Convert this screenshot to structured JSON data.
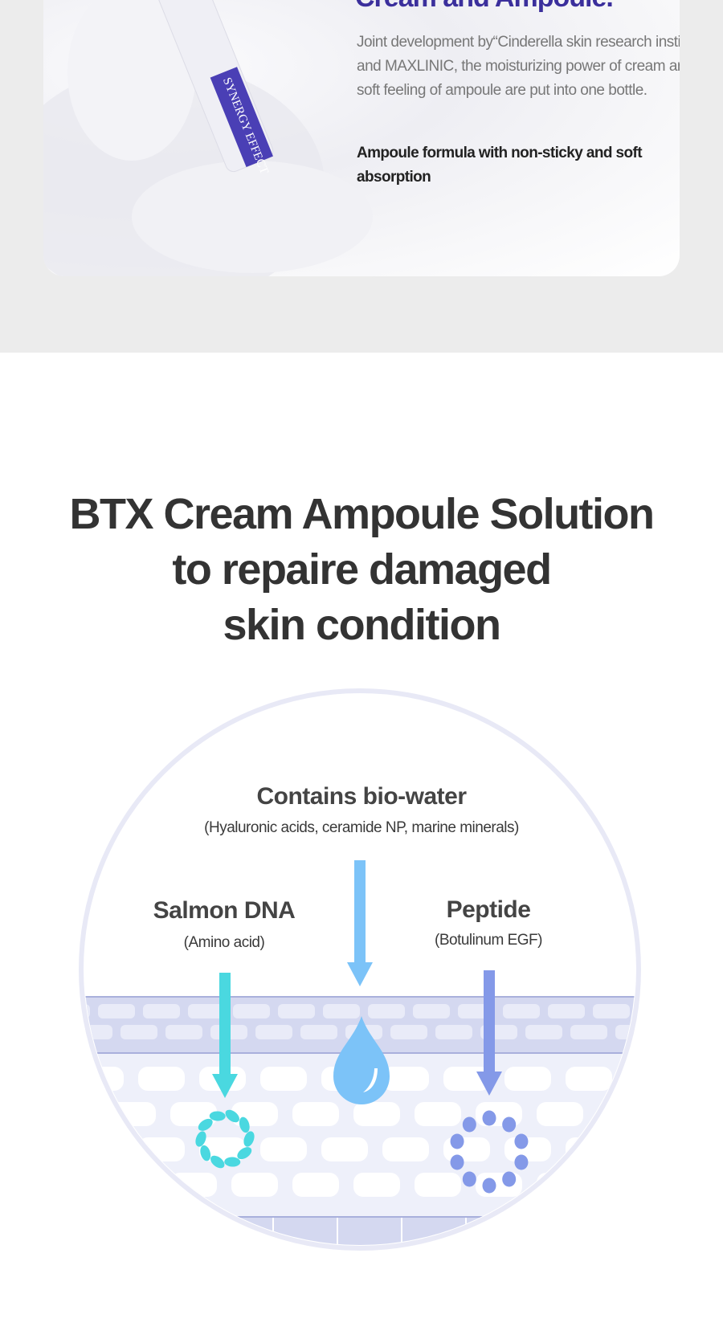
{
  "promo": {
    "title": "Cream and Ampoule.",
    "description": "Joint development by“Cinderella skin research institute” and MAXLINIC, the moisturizing power of cream and soft feeling of ampoule are put into one bottle.",
    "highlight": "Ampoule formula with non-sticky and soft absorption",
    "product_label": "SYNERGY EFFECT",
    "title_color": "#3b2f9c"
  },
  "solution": {
    "heading_lines": [
      "BTX Cream Ampoule Solution",
      "to repaire damaged",
      "skin condition"
    ],
    "ingredients": [
      {
        "name": "Contains bio-water",
        "detail": "(Hyaluronic acids, ceramide NP, marine minerals)",
        "color": "#7cc3f8",
        "icon": "water-drop-icon"
      },
      {
        "name": "Salmon DNA",
        "detail": "(Amino acid)",
        "color": "#4ad8e0",
        "icon": "teardrop-ring-icon"
      },
      {
        "name": "Peptide",
        "detail": "(Botulinum EGF)",
        "color": "#8499e8",
        "icon": "dot-ring-icon"
      }
    ]
  }
}
